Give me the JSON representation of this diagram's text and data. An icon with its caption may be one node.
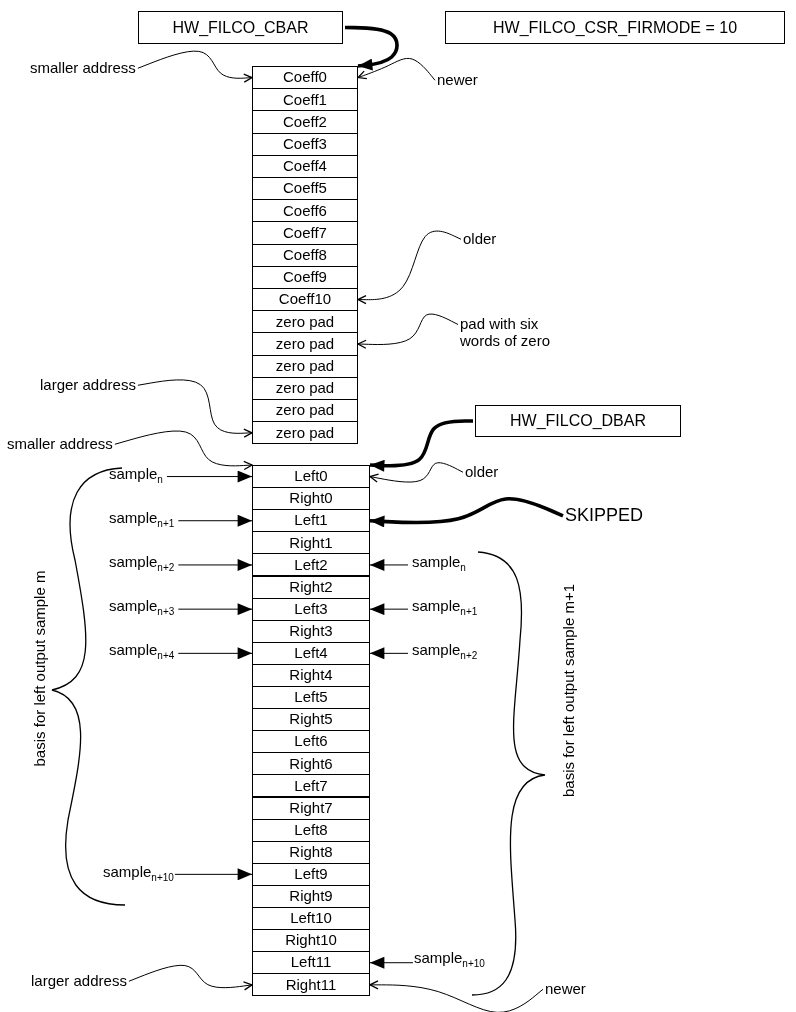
{
  "diagram": {
    "nodes": [
      {
        "text": [
          "HW_FILCO_CBAR"
        ]
      },
      {
        "text": [
          "HW_FILCO_CSR_FIRMODE = 10"
        ]
      },
      {
        "text": [
          "Coeff0"
        ]
      },
      {
        "text": [
          "Coeff1"
        ]
      },
      {
        "text": [
          "Coeff2"
        ]
      },
      {
        "text": [
          "Coeff3"
        ]
      },
      {
        "text": [
          "Coeff4"
        ]
      },
      {
        "text": [
          "Coeff5"
        ]
      },
      {
        "text": [
          "Coeff6"
        ]
      },
      {
        "text": [
          "Coeff7"
        ]
      },
      {
        "text": [
          "Coeff8"
        ]
      },
      {
        "text": [
          "Coeff9"
        ]
      },
      {
        "text": [
          "Coeff10"
        ]
      },
      {
        "text": [
          "zero pad"
        ]
      },
      {
        "text": [
          "zero pad"
        ]
      },
      {
        "text": [
          "zero pad"
        ]
      },
      {
        "text": [
          "zero pad"
        ]
      },
      {
        "text": [
          "zero pad"
        ]
      },
      {
        "text": [
          "zero pad"
        ]
      },
      {
        "text": [
          "HW_FILCO_DBAR"
        ]
      },
      {
        "text": [
          "Left0"
        ]
      },
      {
        "text": [
          "Right0"
        ]
      },
      {
        "text": [
          "Left1"
        ]
      },
      {
        "text": [
          "Right1"
        ]
      },
      {
        "text": [
          "Left2"
        ]
      },
      {
        "text": [
          "Right2"
        ]
      },
      {
        "text": [
          "Left3"
        ]
      },
      {
        "text": [
          "Right3"
        ]
      },
      {
        "text": [
          "Left4"
        ]
      },
      {
        "text": [
          "Right4"
        ]
      },
      {
        "text": [
          "Left5"
        ]
      },
      {
        "text": [
          "Right5"
        ]
      },
      {
        "text": [
          "Left6"
        ]
      },
      {
        "text": [
          "Right6"
        ]
      },
      {
        "text": [
          "Left7"
        ]
      },
      {
        "text": [
          "Right7"
        ]
      },
      {
        "text": [
          "Left8"
        ]
      },
      {
        "text": [
          "Right8"
        ]
      },
      {
        "text": [
          "Left9"
        ]
      },
      {
        "text": [
          "Right9"
        ]
      },
      {
        "text": [
          "Left10"
        ]
      },
      {
        "text": [
          "Right10"
        ]
      },
      {
        "text": [
          "Left11"
        ]
      },
      {
        "text": [
          "Right11"
        ]
      },
      {
        "text": [
          "smaller address"
        ]
      },
      {
        "text": [
          "newer"
        ]
      },
      {
        "text": [
          "older"
        ]
      },
      {
        "text": [
          "pad with six words of zero"
        ]
      },
      {
        "text": [
          "larger address"
        ]
      },
      {
        "text": [
          "smaller address"
        ]
      },
      {
        "text": [
          "older"
        ]
      },
      {
        "text": [
          "SKIPPED"
        ]
      },
      {
        "text": [
          "sample$_{n}$"
        ]
      },
      {
        "text": [
          "sample$_{n+1}$"
        ]
      },
      {
        "text": [
          "sample$_{n+2}$"
        ]
      },
      {
        "text": [
          "sample$_{n+3}$"
        ]
      },
      {
        "text": [
          "sample$_{n+4}$"
        ]
      },
      {
        "text": [
          "sample$_{n+10}$"
        ]
      },
      {
        "text": [
          "sample$_{n}$"
        ]
      },
      {
        "text": [
          "sample$_{n+1}$"
        ]
      },
      {
        "text": [
          "sample$_{n+2}$"
        ]
      },
      {
        "text": [
          "sample$_{n+10}$"
        ]
      },
      {
        "text": [
          "larger address"
        ]
      },
      {
        "text": [
          "newer"
        ]
      }
    ],
    "edges": [
      {
        "from": 0,
        "to": 2,
        "arrow": "to",
        "style": "thick"
      },
      {
        "from": 44,
        "to": 2,
        "arrow": "to"
      },
      {
        "from": 45,
        "to": 2,
        "arrow": "to"
      },
      {
        "from": 46,
        "to": 12,
        "arrow": "to"
      },
      {
        "from": 47,
        "to": 14,
        "arrow": "to"
      },
      {
        "from": 48,
        "to": 18,
        "arrow": "to"
      },
      {
        "from": 49,
        "to": 20,
        "arrow": "to"
      },
      {
        "from": 19,
        "to": 20,
        "arrow": "to",
        "style": "thick"
      },
      {
        "from": 50,
        "to": 20,
        "arrow": "to"
      },
      {
        "from": 51,
        "to": 22,
        "arrow": "to",
        "style": "thick"
      },
      {
        "from": 52,
        "to": 20,
        "arrow": "to"
      },
      {
        "from": 53,
        "to": 22,
        "arrow": "to"
      },
      {
        "from": 54,
        "to": 24,
        "arrow": "to"
      },
      {
        "from": 55,
        "to": 26,
        "arrow": "to"
      },
      {
        "from": 56,
        "to": 28,
        "arrow": "to"
      },
      {
        "from": 57,
        "to": 38,
        "arrow": "to"
      },
      {
        "from": 58,
        "to": 24,
        "arrow": "to"
      },
      {
        "from": 59,
        "to": 26,
        "arrow": "to"
      },
      {
        "from": 60,
        "to": 28,
        "arrow": "to"
      },
      {
        "from": 61,
        "to": 42,
        "arrow": "to"
      },
      {
        "from": 62,
        "to": 43,
        "arrow": "to"
      },
      {
        "from": 63,
        "to": 43,
        "arrow": "to"
      }
    ],
    "labels": [
      "basis for left output sample m",
      "basis for left output sample m+1"
    ]
  }
}
